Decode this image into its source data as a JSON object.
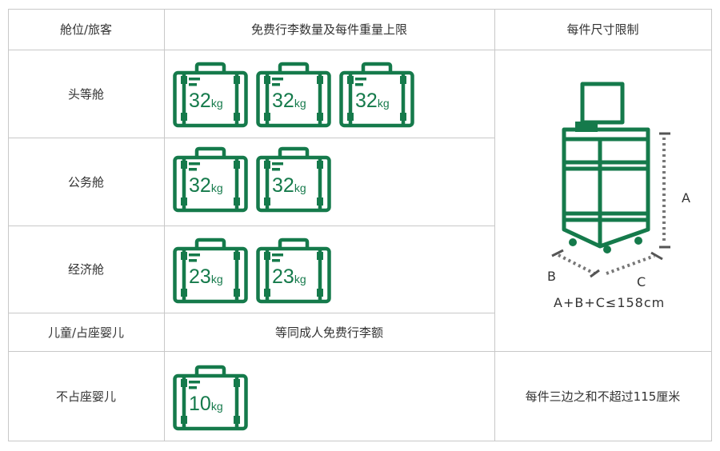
{
  "headers": {
    "cabin": "舱位/旅客",
    "allowance": "免费行李数量及每件重量上限",
    "size": "每件尺寸限制"
  },
  "rows": [
    {
      "label": "头等舱",
      "weight": "32",
      "count": 3
    },
    {
      "label": "公务舱",
      "weight": "32",
      "count": 2
    },
    {
      "label": "经济舱",
      "weight": "23",
      "count": 2
    },
    {
      "label": "儿童/占座婴儿",
      "text": "等同成人免费行李额"
    },
    {
      "label": "不占座婴儿",
      "weight": "10",
      "count": 1
    }
  ],
  "unit": "kg",
  "size_diagram": {
    "label_a": "A",
    "label_b": "B",
    "label_c": "C",
    "formula": "A+B+C≤158cm"
  },
  "infant_size_note": "每件三边之和不超过115厘米",
  "colors": {
    "accent": "#157a4b",
    "grid": "#c8c8c8"
  },
  "icons": [
    "suitcase-icon",
    "luggage-dimension-icon"
  ]
}
